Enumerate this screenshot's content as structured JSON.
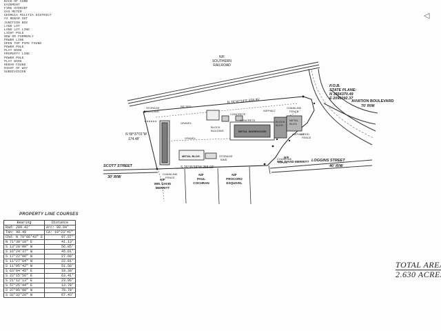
{
  "legend": [
    "BACK OF CURB",
    "EASEMENT",
    "FIRE HYDRANT",
    "GAS METER",
    "GEORGIA MILITIA DISTRICT",
    "#4 REBAR SET",
    "JUNCTION BOX",
    "LAND LOT",
    "LAND LOT LINE",
    "LIGHT POLE",
    "NOW OR FORMERLY",
    "POWER LINE",
    "OPEN TOP PIPE FOUND",
    "POWER POLE",
    "PLAT BOOK",
    "PROPERTY LINE",
    "POWER POLE",
    "PLAT BOOK",
    "REBAR FOUND",
    "RIGHT OF WAY",
    "SUBDIVISION"
  ],
  "plan": {
    "railroad": [
      "N/F",
      "SOUTHERN",
      "RAILROAD"
    ],
    "pob": [
      "P.O.B.",
      "STATE PLANE:",
      "N 1554370.49",
      "E 2095092.37"
    ],
    "aviation": [
      "AVIATION BOULEVARD",
      "70' R/W"
    ],
    "scott": [
      "SCOTT STREET",
      "30' R/W"
    ],
    "loggins": [
      "LOGGINS STREET",
      "40' R/W"
    ],
    "bearing_top": "N 75°47'24\"E 658.95'",
    "bearing_left": [
      "N 58°37'01\"W",
      "174.48'"
    ],
    "bearing_bottom": "S 76°35'39\"W 258.02'",
    "labels": {
      "storage_building": [
        "STORAGE",
        "BUILDING"
      ],
      "rr_ties": "RR TIES",
      "concrete_top": "CONCRETE",
      "asphalt_top": "ASPHALT",
      "chainlink_top": [
        "CHAINLINK",
        "FENCE"
      ],
      "block_bldg": [
        "BLOCK",
        "BUILDING"
      ],
      "concrete_mid": "CONCRETE",
      "metal_warehouse": "METAL WAREHOUSE",
      "block_small": [
        "BLOCK",
        "BLDG"
      ],
      "metal_bldg_right": [
        "METAL",
        "BLDG"
      ],
      "asphalt_right": "ASPHALT",
      "gravel_left": "GRAVEL",
      "gravel_mid": "GRAVEL",
      "metal_bldg": "METAL BLDG",
      "storage_bins": [
        "STORAGE",
        "BINS"
      ],
      "chainlink_bottom": [
        "CHAINLINK",
        "FENCE"
      ],
      "wood_fence": [
        "WOOD",
        "FENCE"
      ],
      "chainlink_right": [
        "CHAINLINK",
        "FENCE"
      ]
    },
    "owners": {
      "david_merritt_right": [
        "N/F",
        "WM. DAVID",
        "MERRITT"
      ],
      "david_merritt_bottom": [
        "N/F",
        "WM. DAVID",
        "MERRITT"
      ],
      "paul_cochran": [
        "N/F",
        "PAUL",
        "COCHRAN"
      ],
      "procoro_esquivel": [
        "N/F",
        "PROCORO",
        "ESQUIVEL"
      ]
    }
  },
  "courses": {
    "title": "PROPERTY LINE COURSES",
    "headers": [
      "Bearing",
      "Distance"
    ],
    "curve": {
      "radius": "Rad: 289.42'",
      "arc": "Arc: 98.04'",
      "tan": "Tan: 49.49",
      "ca": "CA: 19°23'41\"",
      "chord_bearing": "Chd: N 79°06'43\" E",
      "chord_distance": "97.57'"
    },
    "rows": [
      {
        "bearing": "N 71°38'18\" E",
        "distance": "41.13'"
      },
      {
        "bearing": "S 13°28'00\" W",
        "distance": "56.85'"
      },
      {
        "bearing": "S 16°24'37\" W",
        "distance": "45.01'"
      },
      {
        "bearing": "S 17°22'06\" W",
        "distance": "27.60'"
      },
      {
        "bearing": "S 11°27'04\" W",
        "distance": "22.81'"
      },
      {
        "bearing": "S 11°05'42\" W",
        "distance": "51.56'"
      },
      {
        "bearing": "S 63°04'45\" E",
        "distance": "19.39'"
      },
      {
        "bearing": "S 22°15'56\" E",
        "distance": "63.41'"
      },
      {
        "bearing": "S 21°12'13\" E",
        "distance": "23.86'"
      },
      {
        "bearing": "S 57°25'44\" E",
        "distance": "13.78'"
      },
      {
        "bearing": "S 37°05'08\" W",
        "distance": "78.78'"
      },
      {
        "bearing": "S 32°32'26\" W",
        "distance": "67.43'"
      }
    ]
  },
  "total": [
    "TOTAL AREA",
    "2.630 ACRES"
  ]
}
